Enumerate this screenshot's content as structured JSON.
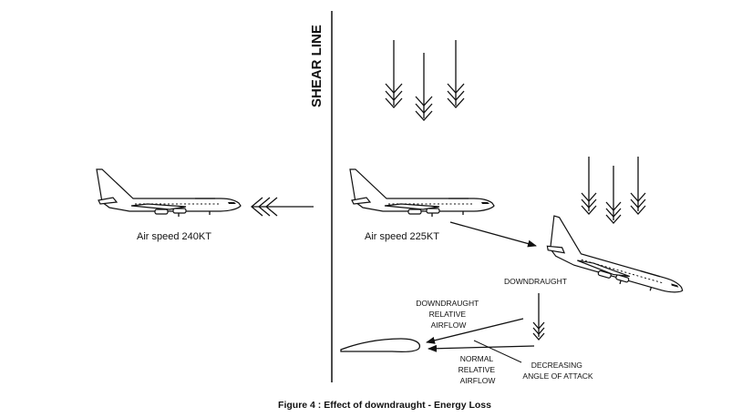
{
  "labels": {
    "shear_line": "SHEAR LINE",
    "airspeed_left": "Air speed 240KT",
    "airspeed_right": "Air speed 225KT",
    "downdraught": "DOWNDRAUGHT",
    "dd_relative": [
      "DOWNDRAUGHT",
      "RELATIVE",
      "AIRFLOW"
    ],
    "normal_relative": [
      "NORMAL",
      "RELATIVE",
      "AIRFLOW"
    ],
    "decreasing_aoa": [
      "DECREASING",
      "ANGLE OF ATTACK"
    ]
  },
  "caption": "Figure 4 : Effect of downdraught - Energy Loss"
}
